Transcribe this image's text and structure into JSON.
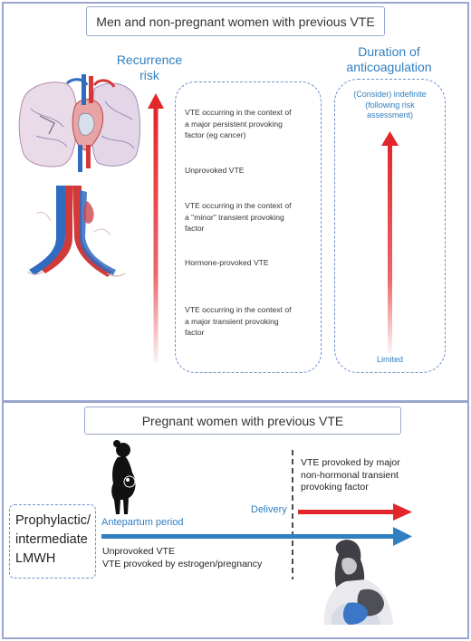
{
  "top_panel": {
    "title": "Men and non-pregnant women with previous VTE",
    "recurrence_label": "Recurrence\nrisk",
    "duration_label": "Duration of\nanticoagulation",
    "risk_items": [
      "VTE occurring in the context of\na major persistent provoking\nfactor (eg cancer)",
      "Unprovoked VTE",
      "VTE occurring in the context of\na \"minor\" transient provoking\nfactor",
      "Hormone-provoked VTE",
      "VTE occurring in the context of\na major transient provoking\nfactor"
    ],
    "duration_top": "(Consider) indefinite\n(following risk\nassessment)",
    "duration_bottom": "Limited"
  },
  "bottom_panel": {
    "title": "Pregnant women with previous VTE",
    "lmwh_label": "Prophylactic/\nintermediate\nLMWH",
    "antepartum_label": "Antepartum period",
    "delivery_label": "Delivery",
    "red_arrow_label": "VTE provoked by major\nnon-hormonal transient\nprovoking factor",
    "blue_arrow_label": "Unprovoked VTE\nVTE provoked by estrogen/pregnancy"
  },
  "colors": {
    "accent_blue": "#2f7fc1",
    "arrow_red": "#e3262b",
    "frame": "#9aa6cf"
  }
}
